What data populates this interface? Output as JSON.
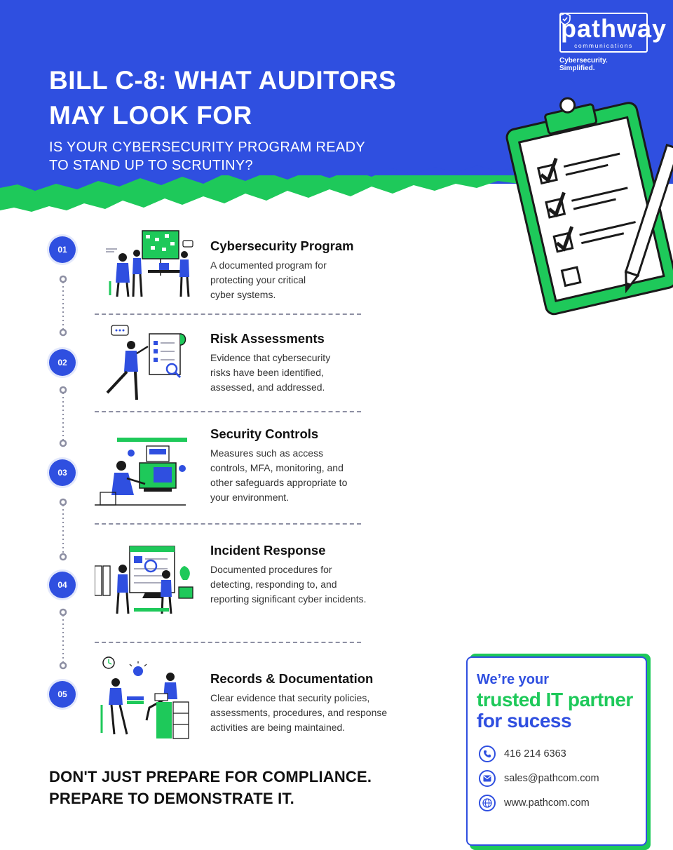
{
  "brand": {
    "logo_word": "pathway",
    "logo_sub": "communications",
    "tagline": "Cybersecurity. Simplified.",
    "blue": "#2f4fe0",
    "green": "#1ec95a"
  },
  "header": {
    "title": "BILL C-8: WHAT AUDITORS MAY LOOK FOR",
    "subtitle": "IS YOUR CYBERSECURITY PROGRAM READY TO STAND UP TO SCRUTINY?"
  },
  "items": [
    {
      "number": "01",
      "title": "Cybersecurity Program",
      "description": "A documented program for protecting your critical cyber systems."
    },
    {
      "number": "02",
      "title": "Risk Assessments",
      "description": "Evidence that cybersecurity risks have been identified, assessed, and addressed."
    },
    {
      "number": "03",
      "title": "Security Controls",
      "description": "Measures such as access controls, MFA, monitoring, and other safeguards appropriate to your environment."
    },
    {
      "number": "04",
      "title": "Incident Response",
      "description": "Documented procedures for detecting, responding to, and reporting significant cyber incidents."
    },
    {
      "number": "05",
      "title": "Records & Documentation",
      "description": "Clear evidence that security policies, assessments, procedures, and response activities are being maintained."
    }
  ],
  "footer": {
    "line1": "DON'T JUST PREPARE FOR COMPLIANCE.",
    "line2": "PREPARE TO DEMONSTRATE IT."
  },
  "card": {
    "line1": "We’re your",
    "line2": "trusted IT partner",
    "line3": "for sucess",
    "phone": "416 214 6363",
    "email": "sales@pathcom.com",
    "website": "www.pathcom.com"
  },
  "icons": [
    "phone-icon",
    "email-icon",
    "globe-icon",
    "shield-icon",
    "clipboard-icon"
  ]
}
